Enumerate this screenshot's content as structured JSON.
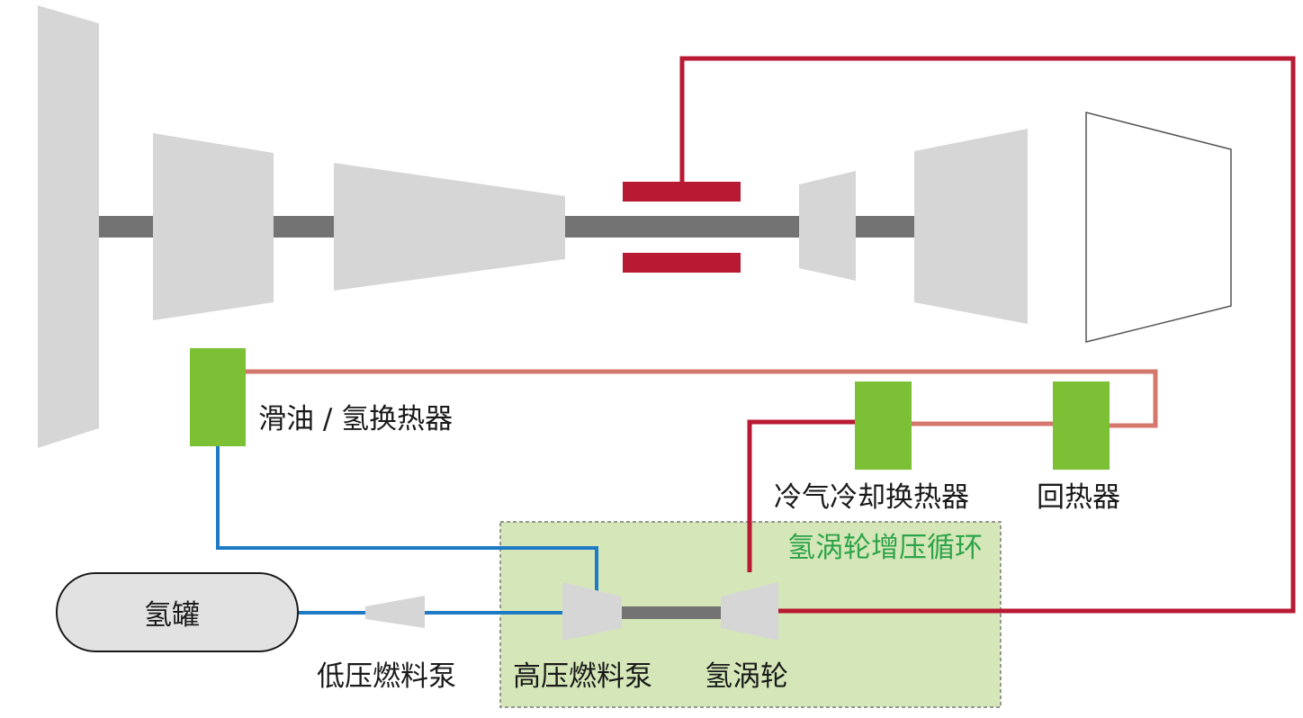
{
  "labels": {
    "lube_oil_hx": "滑油 / 氢换热器",
    "cooling_air_hx": "冷气冷却换热器",
    "recuperator": "回热器",
    "boost_cycle": "氢涡轮增压循环",
    "tank": "氢罐",
    "low_pressure_pump": "低压燃料泵",
    "high_pressure_pump": "高压燃料泵",
    "hydrogen_turbine": "氢涡轮"
  },
  "colors": {
    "engine_part": "#d6d6d6",
    "shaft": "#737373",
    "heat_exchanger": "#7cc036",
    "hot_line": "#b81a33",
    "warm_line": "#d4786c",
    "cold_line": "#1f7ac4",
    "boost_zone_fill": "#d5e7b8",
    "boost_zone_text": "#2ea44a"
  }
}
